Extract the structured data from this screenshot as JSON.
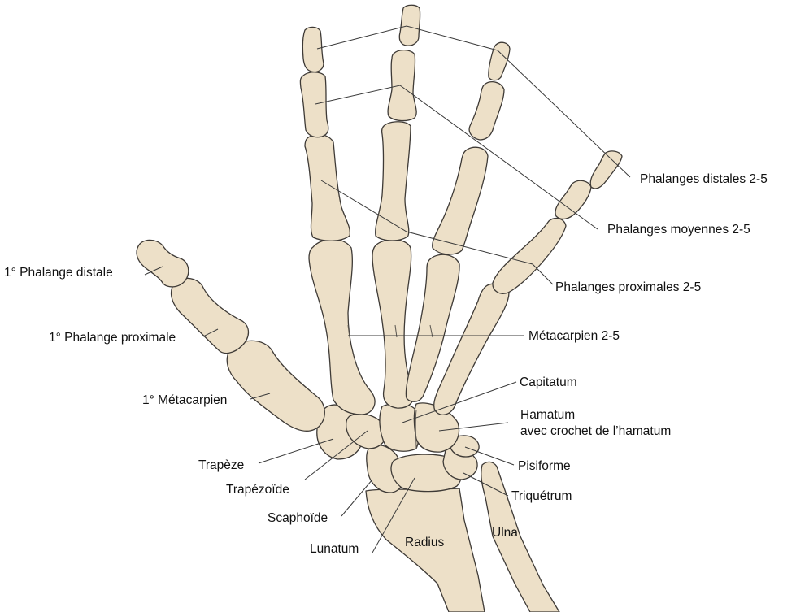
{
  "figure": {
    "colors": {
      "bone_fill": "#ede0c8",
      "bone_outline": "#3e3a36",
      "leader_line": "#3a3a3a",
      "text": "#111111",
      "background": "#ffffff"
    },
    "labels": {
      "distal_phalanges": "Phalanges distales 2-5",
      "middle_phalanges": "Phalanges moyennes 2-5",
      "proximal_phalanges": "Phalanges proximales 2-5",
      "metacarpals": "Métacarpien 2-5",
      "capitate": "Capitatum",
      "hamate_line1": "Hamatum",
      "hamate_line2": "avec crochet de l’hamatum",
      "pisiform": "Pisiforme",
      "triquetrum": "Triquétrum",
      "radius": "Radius",
      "ulna": "Ulna",
      "first_distal_phalanx": "1° Phalange distale",
      "first_proximal_phalanx": "1° Phalange proximale",
      "first_metacarpal": "1° Métacarpien",
      "trapezium": "Trapèze",
      "trapezoid": "Trapézoïde",
      "scaphoid": "Scaphoïde",
      "lunate": "Lunatum"
    }
  }
}
